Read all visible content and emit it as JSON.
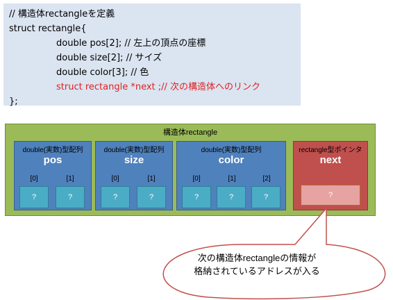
{
  "code": {
    "lines": [
      "// 構造体rectangleを定義",
      "struct rectangle{",
      "double pos[2]; // 左上の頂点の座標",
      "double size[2]; // サイズ",
      "double color[3]; // 色",
      "struct rectangle *next ;// 次の構造体へのリンク",
      "};"
    ]
  },
  "diagram": {
    "struct_label": "構造体rectangle",
    "members": [
      {
        "type": "double(実数)型配列",
        "name": "pos",
        "indices": [
          "[0]",
          "[1]"
        ],
        "cells": [
          "?",
          "?"
        ]
      },
      {
        "type": "double(実数)型配列",
        "name": "size",
        "indices": [
          "[0]",
          "[1]"
        ],
        "cells": [
          "?",
          "?"
        ]
      },
      {
        "type": "double(実数)型配列",
        "name": "color",
        "indices": [
          "[0]",
          "[1]",
          "[2]"
        ],
        "cells": [
          "?",
          "?",
          "?"
        ]
      },
      {
        "type": "rectangle型ポインタ",
        "name": "next",
        "cells": [
          "?"
        ]
      }
    ],
    "callout": {
      "line1": "次の構造体rectangleの情報が",
      "line2": "格納されているアドレスが入る"
    },
    "colors": {
      "outer": "#9bbb59",
      "member": "#4f81bd",
      "pointer": "#c0504d",
      "cell": "#4bacc6",
      "code_bg": "#dbe4f1",
      "highlight_text": "#e02020"
    }
  }
}
